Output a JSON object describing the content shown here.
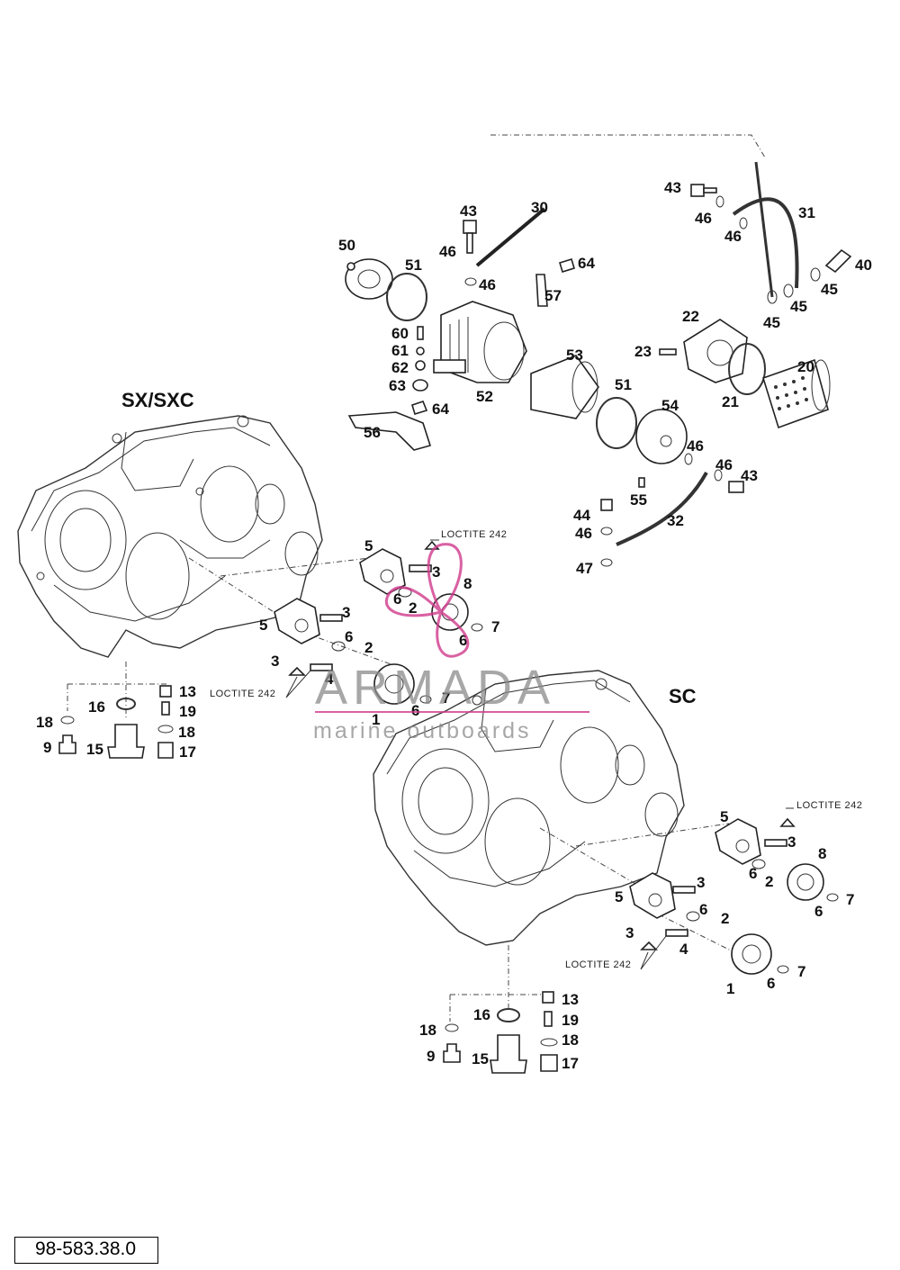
{
  "sections": {
    "left_title": "SX/SXC",
    "right_title": "SC"
  },
  "loctite": {
    "label": "LOCTITE 242"
  },
  "watermark": {
    "brand": "ARMADA",
    "tagline": "marine outboards",
    "accent_color": "#d03a8c"
  },
  "drawing_code": "98-583.38.0",
  "part_numbers": {
    "filter_group": [
      "43",
      "30",
      "31",
      "46",
      "46",
      "43",
      "46",
      "50",
      "51",
      "64",
      "40",
      "46",
      "57",
      "45",
      "45",
      "45",
      "60",
      "61",
      "62",
      "63",
      "64",
      "22",
      "23",
      "53",
      "52",
      "20",
      "51",
      "21",
      "56",
      "54",
      "46",
      "46",
      "43",
      "55",
      "44",
      "32",
      "46",
      "47"
    ],
    "pump_group_left": [
      "5",
      "3",
      "8",
      "6",
      "2",
      "6",
      "7",
      "5",
      "3",
      "6",
      "2",
      "3",
      "4",
      "1",
      "6",
      "7"
    ],
    "drain_group_left": [
      "16",
      "13",
      "19",
      "18",
      "18",
      "9",
      "15",
      "17"
    ],
    "pump_group_right": [
      "5",
      "3",
      "8",
      "6",
      "2",
      "7",
      "6",
      "5",
      "3",
      "6",
      "2",
      "3",
      "4",
      "7",
      "6",
      "1"
    ],
    "drain_group_right": [
      "13",
      "16",
      "19",
      "18",
      "18",
      "9",
      "15",
      "17"
    ]
  },
  "colors": {
    "line": "#222222",
    "background": "#ffffff"
  }
}
